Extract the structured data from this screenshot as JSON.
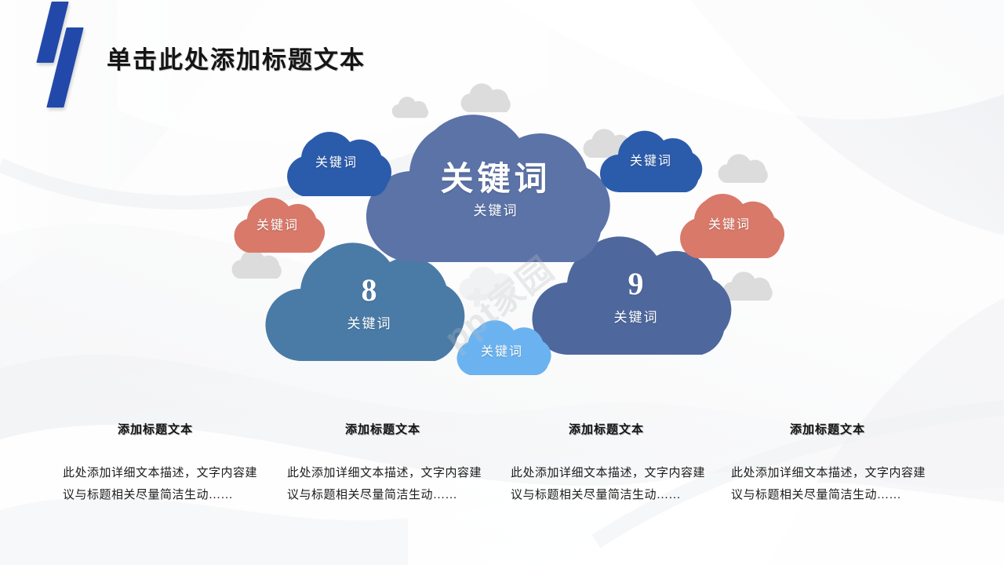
{
  "slide": {
    "title": "单击此处添加标题文本",
    "logo_name": "brand-slash-logo",
    "watermark": "ppt家园"
  },
  "colors": {
    "brand_blue": "#2249aa",
    "cloud_center": "#5c73a8",
    "cloud_blue": "#2b5cab",
    "cloud_salmon": "#d9796a",
    "cloud_steel": "#4a7ba6",
    "cloud_indigo": "#4e689e",
    "cloud_lightblue": "#6bb3f0",
    "cloud_gray": "#dcdcdc",
    "text_dark": "#141414",
    "text_white": "#ffffff"
  },
  "clouds": {
    "center": {
      "main": "关键词",
      "sub": "关键词",
      "color": "#5c73a8"
    },
    "left_blue": {
      "label": "关键词",
      "color": "#2b5cab"
    },
    "left_salmon": {
      "label": "关键词",
      "color": "#d9796a"
    },
    "right_blue": {
      "label": "关键词",
      "color": "#2b5cab"
    },
    "right_salmon": {
      "label": "关键词",
      "color": "#d9796a"
    },
    "bottom_left": {
      "number": "8",
      "sub": "关键词",
      "color": "#4a7ba6"
    },
    "bottom_right": {
      "number": "9",
      "sub": "关键词",
      "color": "#4e689e"
    },
    "bottom_lightblue": {
      "label": "关键词",
      "color": "#6bb3f0"
    }
  },
  "bottom_columns": [
    {
      "heading": "添加标题文本",
      "body": "此处添加详细文本描述，文字内容建议与标题相关尽量简洁生动……"
    },
    {
      "heading": "添加标题文本",
      "body": "此处添加详细文本描述，文字内容建议与标题相关尽量简洁生动……"
    },
    {
      "heading": "添加标题文本",
      "body": "此处添加详细文本描述，文字内容建议与标题相关尽量简洁生动……"
    },
    {
      "heading": "添加标题文本",
      "body": "此处添加详细文本描述，文字内容建议与标题相关尽量简洁生动……"
    }
  ]
}
